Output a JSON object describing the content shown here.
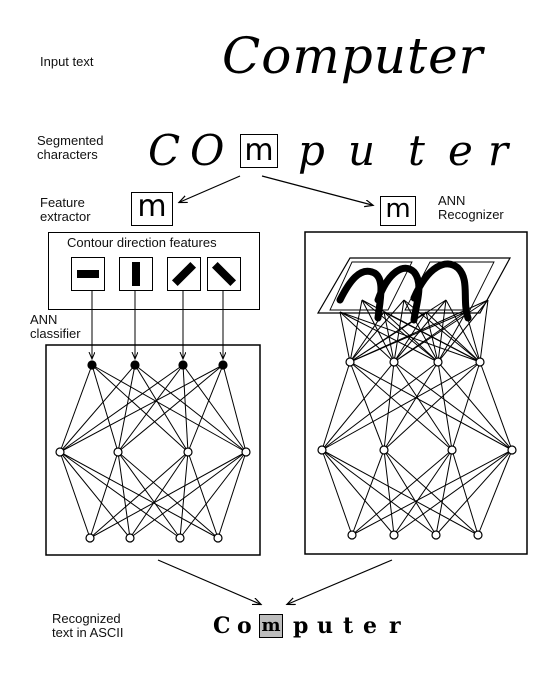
{
  "labels": {
    "input_text": "Input text",
    "segmented": "Segmented\ncharacters",
    "feature_extractor": "Feature\nextractor",
    "contour_title": "Contour direction features",
    "ann_classifier": "ANN\nclassifier",
    "ann_recognizer": "ANN\nRecognizer",
    "recognized": "Recognized\ntext in ASCII"
  },
  "handwritten_word": "Computer",
  "segmented_chars": [
    "C",
    "O",
    "m",
    "p",
    "u",
    "t",
    "e",
    "r"
  ],
  "isolated_char": "m",
  "recognized_chars": [
    "C",
    "o",
    "m",
    "p",
    "u",
    "t",
    "e",
    "r"
  ],
  "highlight_index": 2,
  "colors": {
    "ink": "#000000",
    "paper": "#ffffff",
    "highlight": "#bdbdbd"
  }
}
